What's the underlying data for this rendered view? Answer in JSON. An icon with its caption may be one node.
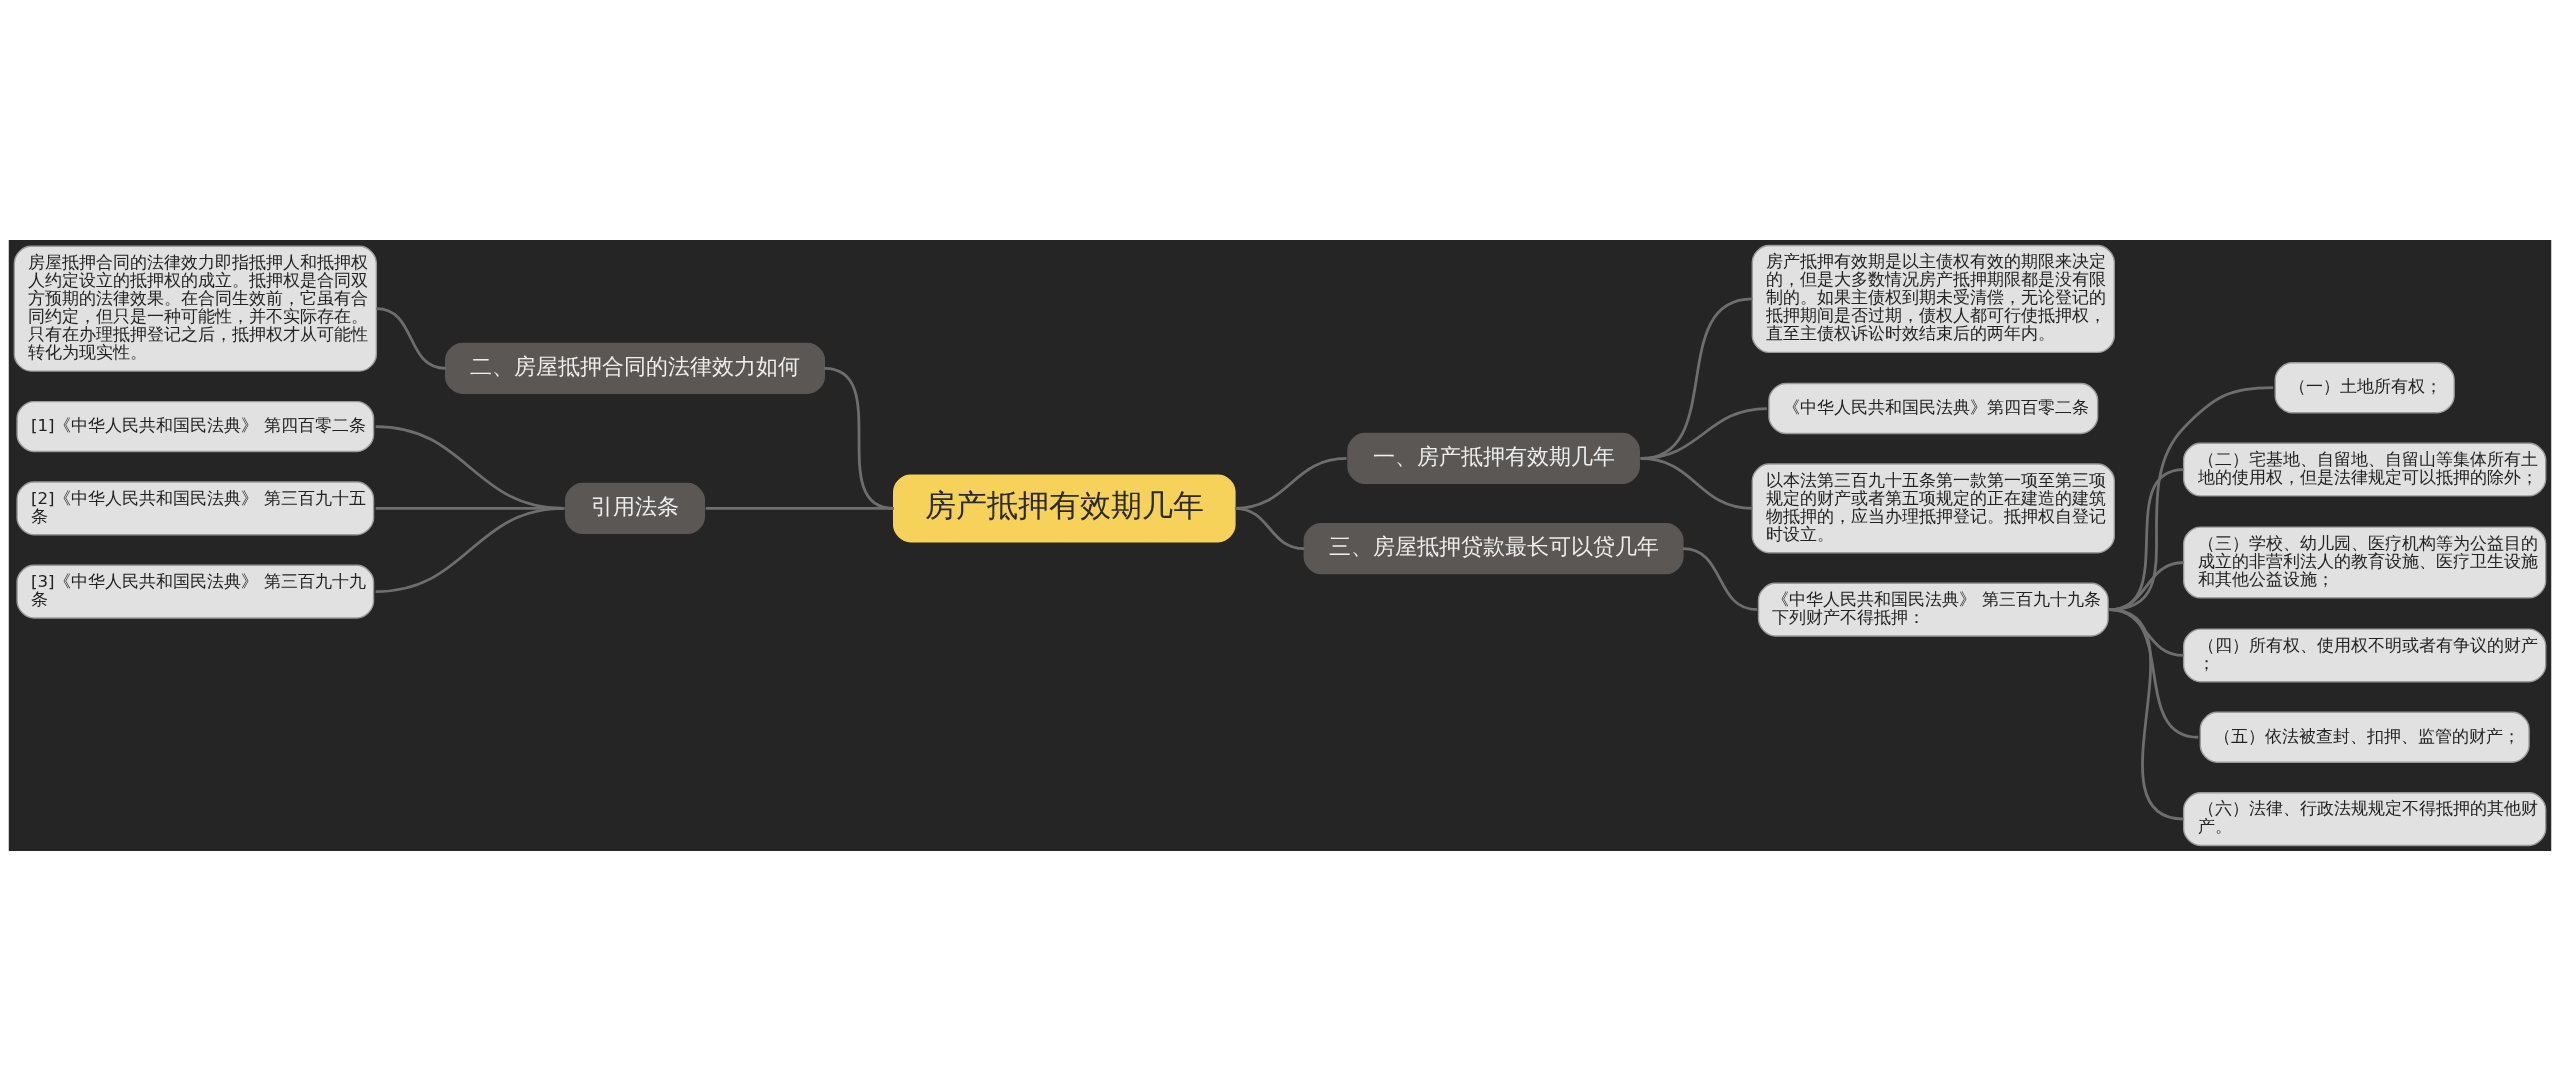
{
  "diagram": {
    "nodes": [
      {
        "text": [
          "房产抵押有效期几年"
        ]
      },
      {
        "text": [
          "一、房产抵押有效期几年"
        ]
      },
      {
        "text": [
          "房产抵押有效期是以主债权有效的期限来决定的，但是大多数情况房产抵押期限都是没有限制的。如果主债权到期未受清偿，无论登记的抵押期间是否过期，债权人都可行使抵押权，直至主债权诉讼时效结束后的两年内。"
        ]
      },
      {
        "text": [
          "《中华人民共和国民法典》第四百零二条"
        ]
      },
      {
        "text": [
          "以本法第三百九十五条第一款第一项至第三项规定的财产或者第五项规定的正在建造的建筑物抵押的，应当办理抵押登记。抵押权自登记时设立。"
        ]
      },
      {
        "text": [
          "二、房屋抵押合同的法律效力如何"
        ]
      },
      {
        "text": [
          "房屋抵押合同的法律效力即指抵押人和抵押权人约定设立的抵押权的成立。抵押权是合同双方预期的法律效果。在合同生效前，它虽有合同约定，但只是一种可能性，并不实际存在。只有在办理抵押登记之后，抵押权才从可能性转化为现实性。"
        ]
      },
      {
        "text": [
          "引用法条"
        ]
      },
      {
        "text": [
          "[1]《中华人民共和国民法典》 第四百零二条"
        ]
      },
      {
        "text": [
          "[2]《中华人民共和国民法典》 第三百九十五条"
        ]
      },
      {
        "text": [
          "[3]《中华人民共和国民法典》 第三百九十九条"
        ]
      },
      {
        "text": [
          "三、房屋抵押贷款最长可以贷几年"
        ]
      },
      {
        "text": [
          "《中华人民共和国民法典》 第三百九十九条",
          "下列财产不得抵押："
        ]
      },
      {
        "text": [
          "（一）土地所有权；"
        ]
      },
      {
        "text": [
          "（二）宅基地、自留地、自留山等集体所有土地的使用权，但是法律规定可以抵押的除外；"
        ]
      },
      {
        "text": [
          "（三）学校、幼儿园、医疗机构等为公益目的成立的非营利法人的教育设施、医疗卫生设施和其他公益设施；"
        ]
      },
      {
        "text": [
          "（四）所有权、使用权不明或者有争议的财产；"
        ]
      },
      {
        "text": [
          "（五）依法被查封、扣押、监管的财产；"
        ]
      },
      {
        "text": [
          "（六）法律、行政法规规定不得抵押的其他财产。"
        ]
      }
    ],
    "edges": [
      {
        "from": 0,
        "to": 1,
        "arrow": "none"
      },
      {
        "from": 1,
        "to": 2,
        "arrow": "none"
      },
      {
        "from": 1,
        "to": 3,
        "arrow": "none"
      },
      {
        "from": 1,
        "to": 4,
        "arrow": "none"
      },
      {
        "from": 0,
        "to": 5,
        "arrow": "none"
      },
      {
        "from": 5,
        "to": 6,
        "arrow": "none"
      },
      {
        "from": 0,
        "to": 7,
        "arrow": "none"
      },
      {
        "from": 7,
        "to": 8,
        "arrow": "none"
      },
      {
        "from": 7,
        "to": 9,
        "arrow": "none"
      },
      {
        "from": 7,
        "to": 10,
        "arrow": "none"
      },
      {
        "from": 0,
        "to": 11,
        "arrow": "none"
      },
      {
        "from": 11,
        "to": 12,
        "arrow": "none"
      },
      {
        "from": 12,
        "to": 13,
        "arrow": "none"
      },
      {
        "from": 12,
        "to": 14,
        "arrow": "none"
      },
      {
        "from": 12,
        "to": 15,
        "arrow": "none"
      },
      {
        "from": 12,
        "to": 16,
        "arrow": "none"
      },
      {
        "from": 12,
        "to": 17,
        "arrow": "none"
      },
      {
        "from": 12,
        "to": 18,
        "arrow": "none"
      }
    ]
  }
}
